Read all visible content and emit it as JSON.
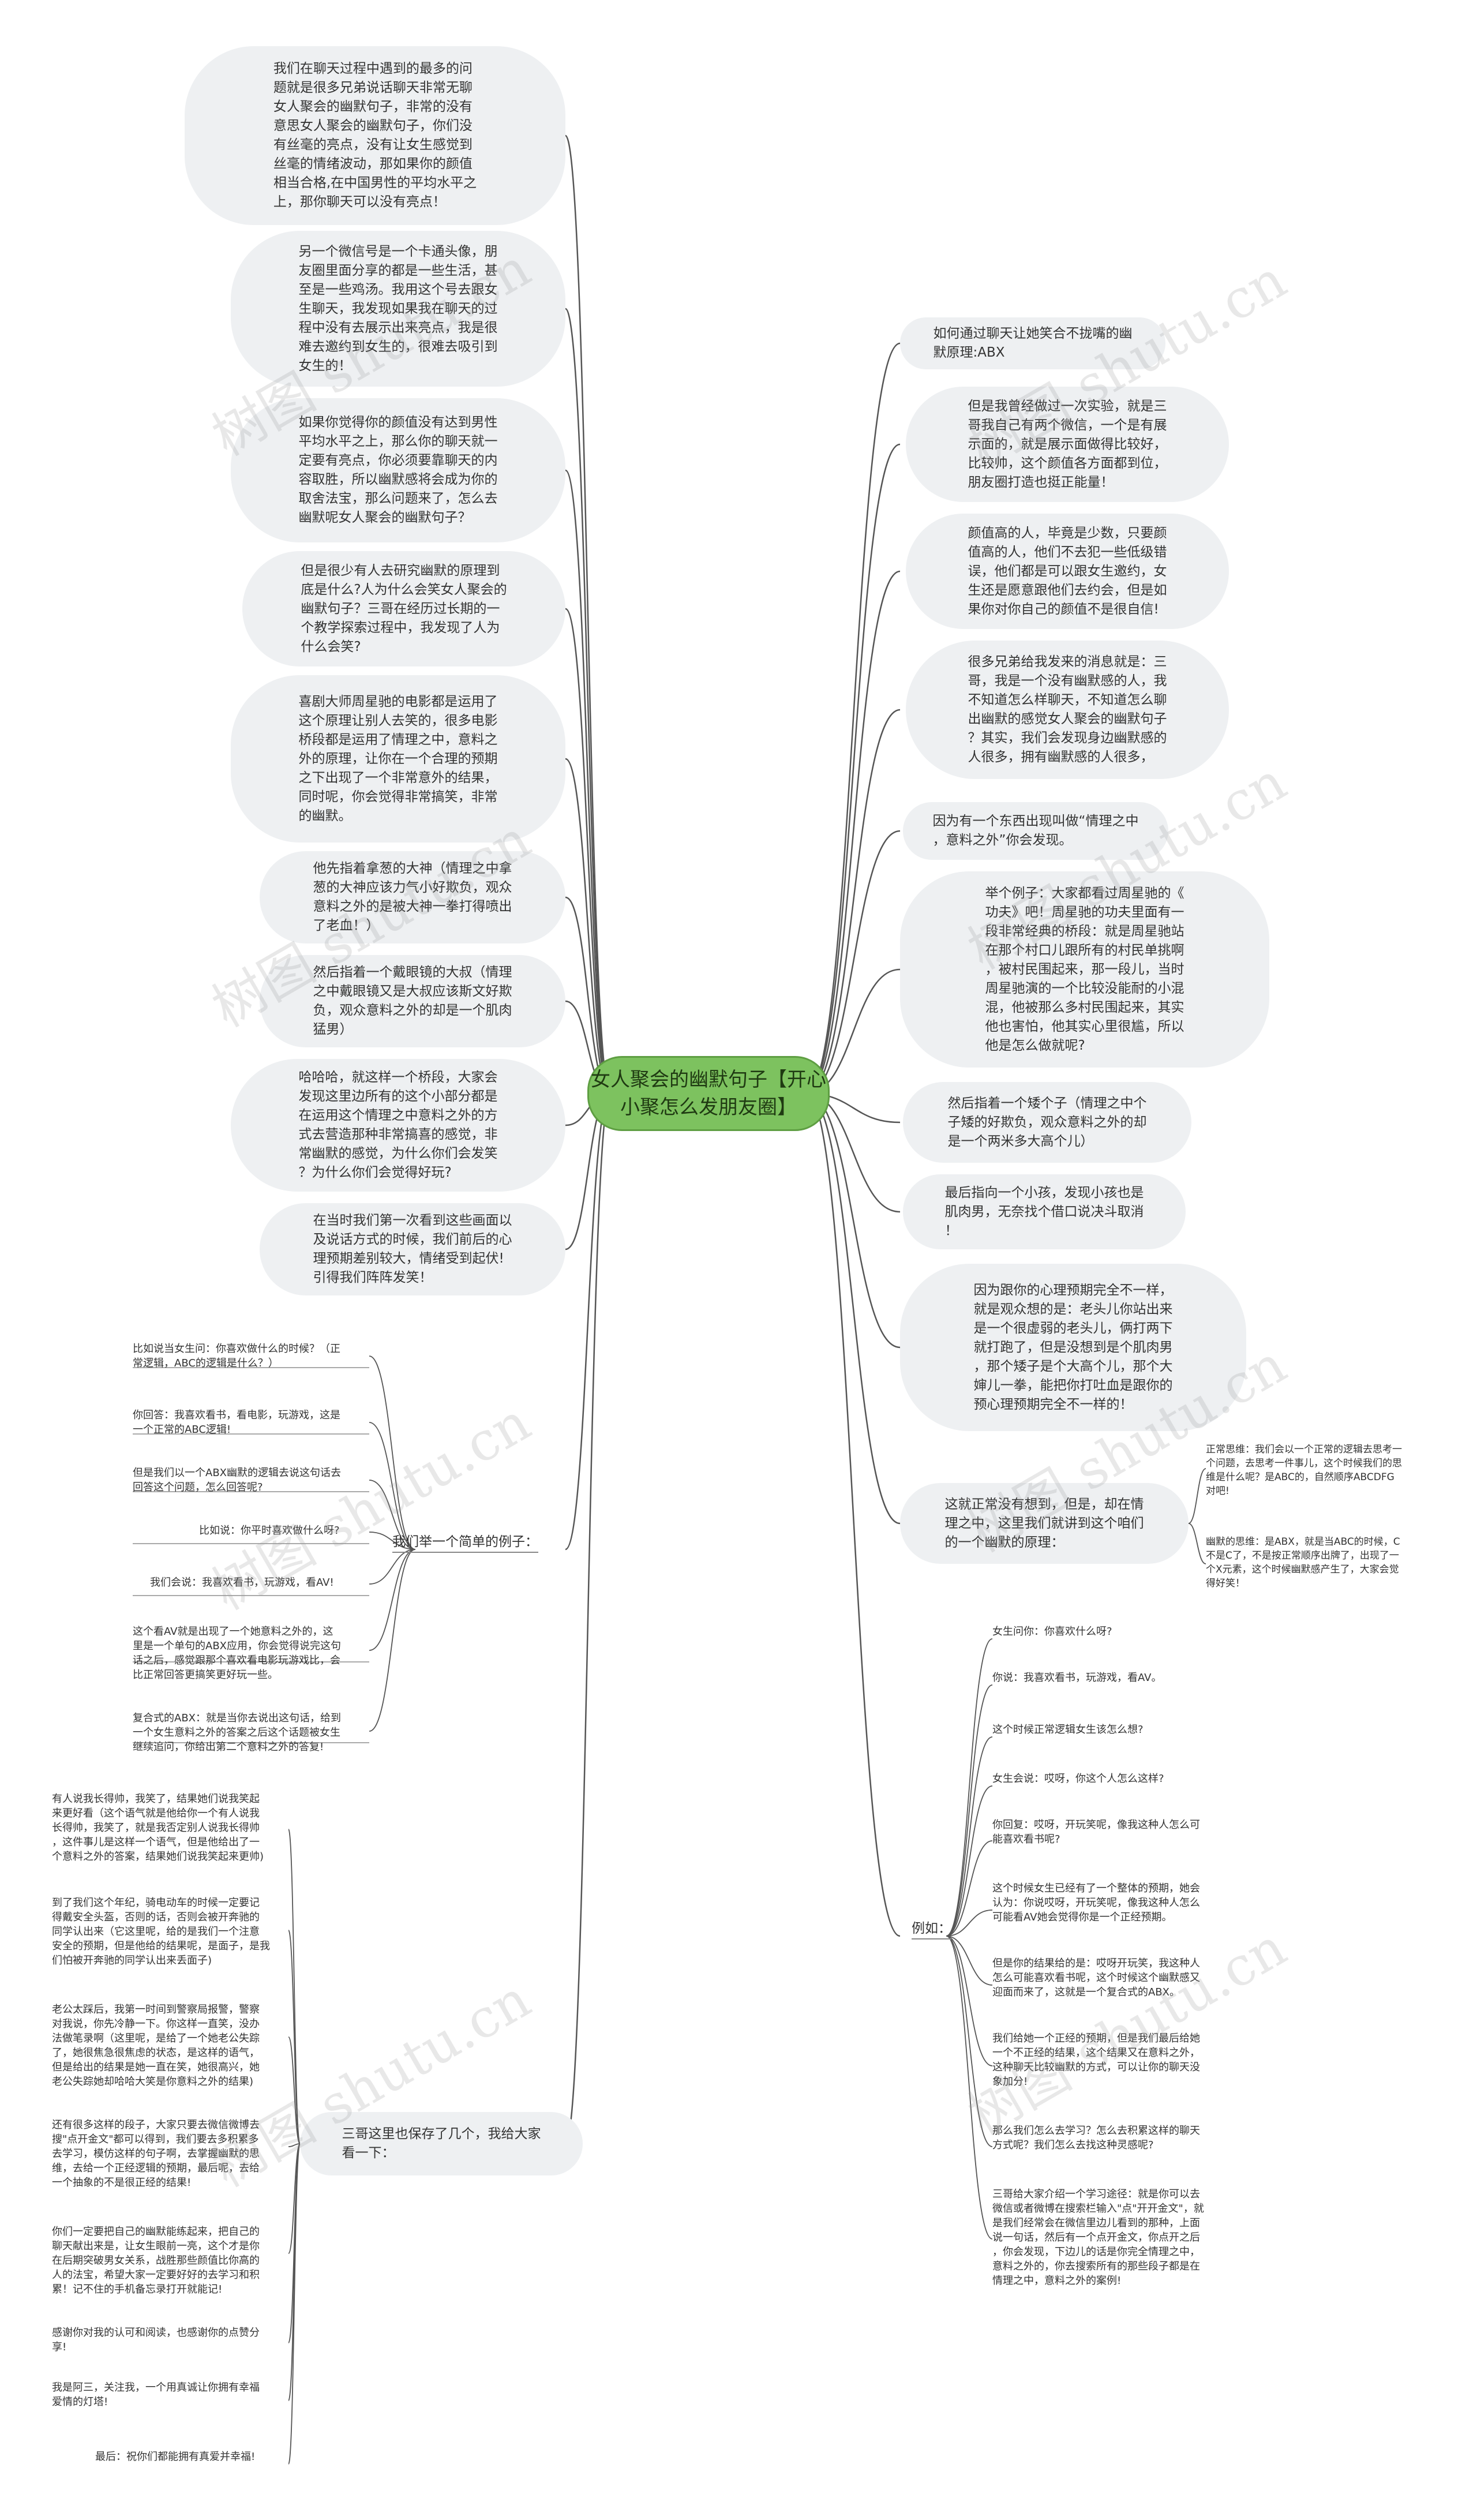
{
  "center": "女人聚会的幽默句子【开心小聚怎么发朋友圈】",
  "left_nodes": [
    "我们在聊天过程中遇到的最多的问\n题就是很多兄弟说话聊天非常无聊\n女人聚会的幽默句子，非常的没有\n意思女人聚会的幽默句子，你们没\n有丝毫的亮点，没有让女生感觉到\n丝毫的情绪波动，那如果你的颜值\n相当合格,在中国男性的平均水平之\n上，那你聊天可以没有亮点！",
    "另一个微信号是一个卡通头像，朋\n友圈里面分享的都是一些生活，甚\n至是一些鸡汤。我用这个号去跟女\n生聊天，我发现如果我在聊天的过\n程中没有去展示出来亮点，我是很\n难去邀约到女生的，很难去吸引到\n女生的！",
    "如果你觉得你的颜值没有达到男性\n平均水平之上，那么你的聊天就一\n定要有亮点，你必须要靠聊天的内\n容取胜，所以幽默感将会成为你的\n取舍法宝，那么问题来了，怎么去\n幽默呢女人聚会的幽默句子？",
    "但是很少有人去研究幽默的原理到\n底是什么?人为什么会笑女人聚会的\n幽默句子？三哥在经历过长期的一\n个教学探索过程中，我发现了人为\n什么会笑?",
    "喜剧大师周星驰的电影都是运用了\n这个原理让别人去笑的，很多电影\n桥段都是运用了情理之中，意料之\n外的原理，让你在一个合理的预期\n之下出现了一个非常意外的结果，\n同时呢，你会觉得非常搞笑，非常\n的幽默。",
    "他先指着拿葱的大神（情理之中拿\n葱的大神应该力气小好欺负，观众\n意料之外的是被大神一拳打得喷出\n了老血！）",
    "然后指着一个戴眼镜的大叔（情理\n之中戴眼镜又是大叔应该斯文好欺\n负，观众意料之外的却是一个肌肉\n猛男）",
    "哈哈哈，就这样一个桥段，大家会\n发现这里边所有的这个小部分都是\n在运用这个情理之中意料之外的方\n式去营造那种非常搞喜的感觉，非\n常幽默的感觉，为什么你们会发笑\n？为什么你们会觉得好玩?",
    "在当时我们第一次看到这些画面以\n及说话方式的时候，我们前后的心\n理预期差别较大，情绪受到起伏!\n引得我们阵阵发笑！"
  ],
  "right_nodes": [
    "如何通过聊天让她笑合不拢嘴的幽\n默原理:ABX",
    "但是我曾经做过一次实验，就是三\n哥我自己有两个微信，一个是有展\n示面的，就是展示面做得比较好，\n比较帅，这个颜值各方面都到位，\n朋友圈打造也挺正能量！",
    "颜值高的人，毕竟是少数，只要颜\n值高的人，他们不去犯一些低级错\n误，他们都是可以跟女生邀约，女\n生还是愿意跟他们去约会，但是如\n果你对你自己的颜值不是很自信!",
    "很多兄弟给我发来的消息就是：三\n哥，我是一个没有幽默感的人，我\n不知道怎么样聊天，不知道怎么聊\n出幽默的感觉女人聚会的幽默句子\n？其实，我们会发现身边幽默感的\n人很多，拥有幽默感的人很多，",
    "因为有一个东西出现叫做“情理之中\n，意料之外”你会发现。",
    "举个例子：大家都看过周星驰的《\n功夫》吧！周星驰的功夫里面有一\n段非常经典的桥段：就是周星驰站\n在那个村口儿跟所有的村民单挑啊\n，被村民围起来，那一段儿，当时\n周星驰演的一个比较没能耐的小混\n混，他被那么多村民围起来，其实\n他也害怕，他其实心里很尴，所以\n他是怎么做就呢?",
    "然后指着一个矮个子（情理之中个\n子矮的好欺负，观众意料之外的却\n是一个两米多大高个儿）",
    "最后指向一个小孩，发现小孩也是\n肌肉男，无奈找个借口说决斗取消\n！",
    "因为跟你的心理预期完全不一样，\n就是观众想的是：老头儿你站出来\n是一个很虚弱的老头儿，俩打两下\n就打跑了，但是没想到是个肌肉男\n，那个矮子是个大高个儿，那个大\n婶儿一拳，能把你打吐血是跟你的\n预心理预期完全不一样的！",
    "这就正常没有想到，但是，却在情\n理之中，这里我们就讲到这个咱们\n的一个幽默的原理："
  ],
  "abx_children": [
    "正常思维：我们会以一个正常的逻辑去思考一\n个问题，去思考一件事儿，这个时候我们的思\n维是什么呢？是ABC的，自然顺序ABCDFG\n对吧!",
    "幽默的思维：是ABX，就是当ABC的时候，C\n不是C了，不是按正常顺序出牌了，出现了一\n个X元素，这个时候幽默感产生了，大家会觉\n得好笑！"
  ],
  "example_label": "我们举一个简单的例子：",
  "example_items": [
    "比如说当女生问：你喜欢做什么的时候？（正\n常逻辑，ABC的逻辑是什么？）",
    "你回答：我喜欢看书，看电影，玩游戏，这是\n一个正常的ABC逻辑!",
    "但是我们以一个ABX幽默的逻辑去说这句话去\n回答这个问题，怎么回答呢?",
    "比如说：你平时喜欢做什么呀?",
    "我们会说：我喜欢看书，玩游戏，看AV!",
    "这个看AV就是出现了一个她意料之外的，这\n里是一个单句的ABX应用，你会觉得说完这句\n话之后，感觉跟那个喜欢看电影玩游戏比，会\n比正常回答更搞笑更好玩一些。",
    "复合式的ABX：就是当你去说出这句话，给到\n一个女生意料之外的答案之后这个话题被女生\n继续追问，你给出第二个意料之外的答复!"
  ],
  "example2_label": "例如：",
  "example2_items": [
    "女生问你：你喜欢什么呀?",
    "你说：我喜欢看书，玩游戏，看AV。",
    "这个时候正常逻辑女生该怎么想?",
    "女生会说：哎呀，你这个人怎么这样?",
    "你回复：哎呀，开玩笑呢，像我这种人怎么可\n能喜欢看书呢?",
    "这个时候女生已经有了一个整体的预期，她会\n认为：你说哎呀，开玩笑呢，像我这种人怎么\n可能看AV她会觉得你是一个正经预期。",
    "但是你的结果给的是：哎呀开玩笑，我这种人\n怎么可能喜欢看书呢，这个时候这个幽默感又\n迎面而来了，这就是一个复合式的ABX。",
    "我们给她一个正经的预期，但是我们最后给她\n一个不正经的结果，这个结果又在意料之外，\n这种聊天比较幽默的方式，可以让你的聊天没\n象加分!",
    "那么我们怎么去学习？怎么去积累这样的聊天\n方式呢？我们怎么去找这种灵感呢?",
    "三哥给大家介绍一个学习途径：就是你可以去\n微信或者微博在搜索栏输入\"点\"开开金文\"，就\n是我们经常会在微信里边儿看到的那种，上面\n说一句话，然后有一个点开金文，你点开之后\n，你会发现，下边儿的话是你完全情理之中，\n意料之外的，你去搜索所有的那些段子都是在\n情理之中，意料之外的案例!"
  ],
  "saved_label": "三哥这里也保存了几个，我给大家\n看一下：",
  "saved_items": [
    "有人说我长得帅，我笑了，结果她们说我笑起\n来更好看（这个语气就是他给你一个有人说我\n长得帅，我笑了，就是我否定别人说我长得帅\n，这件事儿是这样一个语气，但是他给出了一\n个意料之外的答案，结果她们说我笑起来更帅)",
    "到了我们这个年纪，骑电动车的时候一定要记\n得戴安全头盔，否则的话，否则会被开奔驰的\n同学认出来（它这里呢，给的是我们一个注意\n安全的预期，但是他给的结果呢，是面子，是我\n们怕被开奔驰的同学认出来丢面子)",
    "老公太踩后，我第一时间到警察局报警，警察\n对我说，你先冷静一下。你这样一直笑，没办\n法做笔录啊（这里呢，是给了一个她老公失踪\n了，她很焦急很焦虑的状态，是这样的语气，\n但是给出的结果是她一直在笑，她很高兴，她\n老公失踪她却哈哈大笑是你意料之外的结果)",
    "还有很多这样的段子，大家只要去微信微博去\n搜\"点开金文\"都可以得到，我们要去多积累多\n去学习，模仿这样的句子啊，去掌握幽默的思\n维，去给一个正经逻辑的预期，最后呢，去给\n一个抽象的不是很正经的结果!",
    "你们一定要把自己的幽默能练起来，把自己的\n聊天献出来是，让女生眼前一亮，这个才是你\n在后期突破男女关系，战胜那些颜值比你高的\n人的法宝，希望大家一定要好好的去学习和积\n累！记不住的手机备忘录打开就能记!",
    "感谢你对我的认可和阅读，也感谢你的点赞分\n享!",
    "我是阿三，关注我，一个用真诚让你拥有幸福\n爱情的灯塔!",
    "最后：祝你们都能拥有真爱并幸福!"
  ],
  "watermark": "树图 shutu.cn",
  "colors": {
    "center_fill": "#7dc25f",
    "center_border": "#5e9e42",
    "node_fill": "#eef0f2",
    "line": "#555555"
  }
}
